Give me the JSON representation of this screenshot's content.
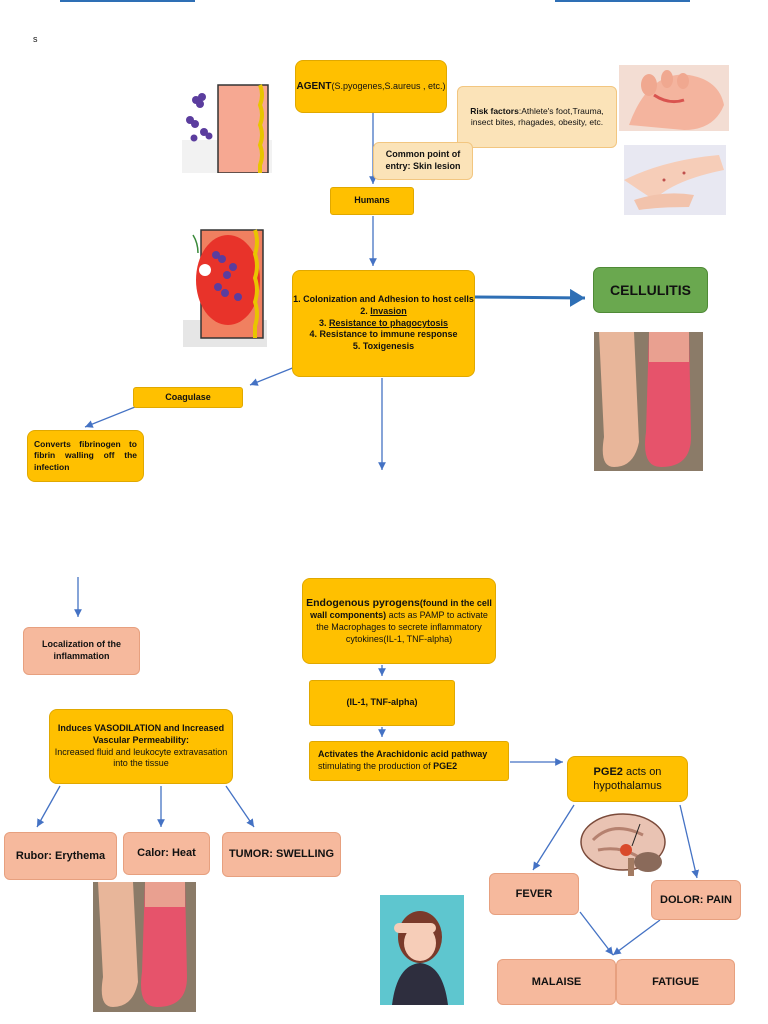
{
  "page_mark": "s",
  "agent": {
    "title": "AGENT",
    "detail": "(S.pyogenes,S.aureus , etc.)"
  },
  "risk": {
    "label": "Risk factors",
    "text": ":Athlete's foot,Trauma, insect bites, rhagades, obesity, etc."
  },
  "entry": "Common point of entry: Skin lesion",
  "humans": "Humans",
  "steps": {
    "s1": "1. Colonization and Adhesion to host cells",
    "s2_num": "2. ",
    "s2": "Invasion",
    "s3_num": "3. ",
    "s3": "Resistance to phagocytosis",
    "s4": "4. Resistance to immune response",
    "s5": "5. Toxigenesis"
  },
  "cellulitis": "CELLULITIS",
  "coagulase": "Coagulase",
  "converts": "Converts fibrinogen to fibrin walling off the infection",
  "localization": "Localization of the inflammation",
  "vaso": {
    "line1": "Induces VASODILATION and Increased Vascular Permeability:",
    "line2": "Increased fluid and leukocyte extravasation into the tissue"
  },
  "rubor": "Rubor: Erythema",
  "calor": "Calor: Heat",
  "tumor": "TUMOR: SWELLING",
  "endo": {
    "title": "Endogenous pyrogens",
    "paren": "(found in the cell wall components)",
    "rest": " acts as PAMP to activate the Macrophages to secrete inflammatory cytokines(IL-1, TNF-alpha)"
  },
  "il1": "(IL-1, TNF-alpha)",
  "arach": {
    "line1": "Activates the Arachidonic acid pathway",
    "line2": "stimulating the production of ",
    "pge2": "PGE2"
  },
  "pge2box": {
    "bold": "PGE2",
    "rest": " acts on hypothalamus"
  },
  "fever": "FEVER",
  "dolor": "DOLOR: PAIN",
  "malaise": "MALAISE",
  "fatigue": "FATIGUE",
  "colors": {
    "gold": "#ffc000",
    "peach": "#fbe3b8",
    "salmon": "#f6b99d",
    "green": "#6aa84f",
    "arrow": "#4472c4"
  }
}
